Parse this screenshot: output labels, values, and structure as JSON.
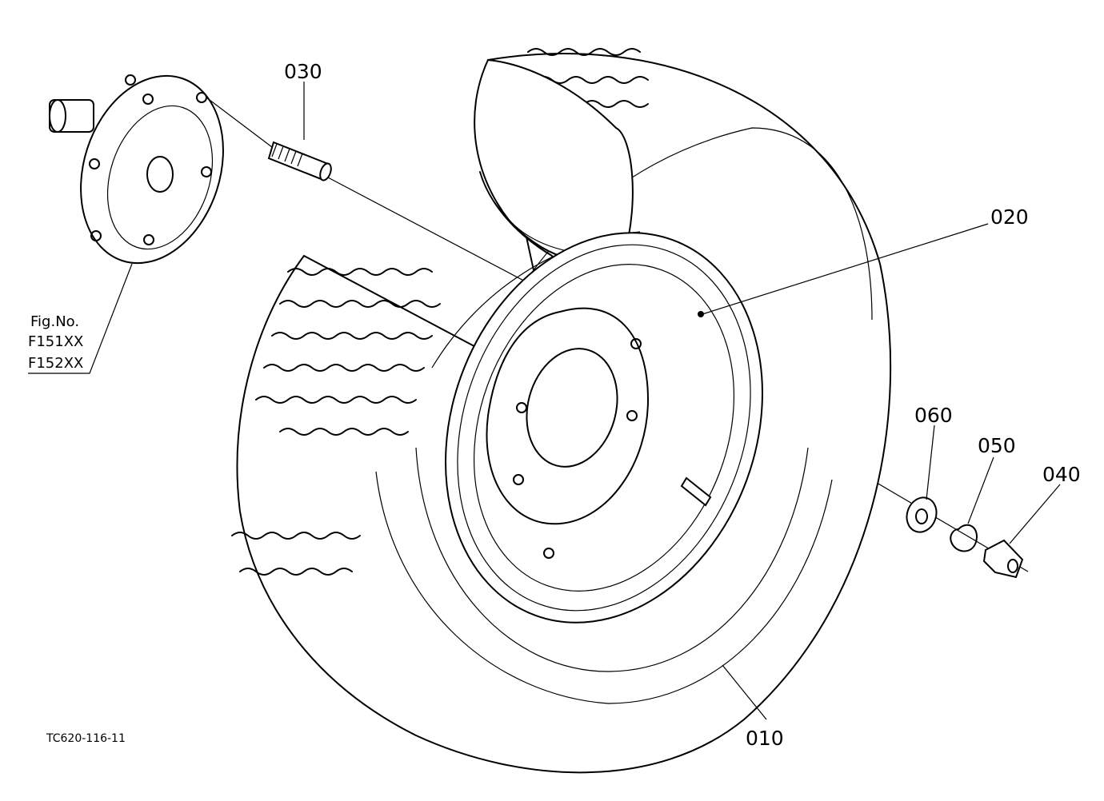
{
  "figure": {
    "fig_ref_title": "Fig.No.",
    "fig_ref_1": "F151XX",
    "fig_ref_2": "F152XX",
    "drawing_code": "TC620-116-11"
  },
  "parts": {
    "tire": "010",
    "wheel_rim": "020",
    "stud_bolt": "030",
    "nut": "040",
    "spring_washer": "050",
    "washer": "060"
  }
}
